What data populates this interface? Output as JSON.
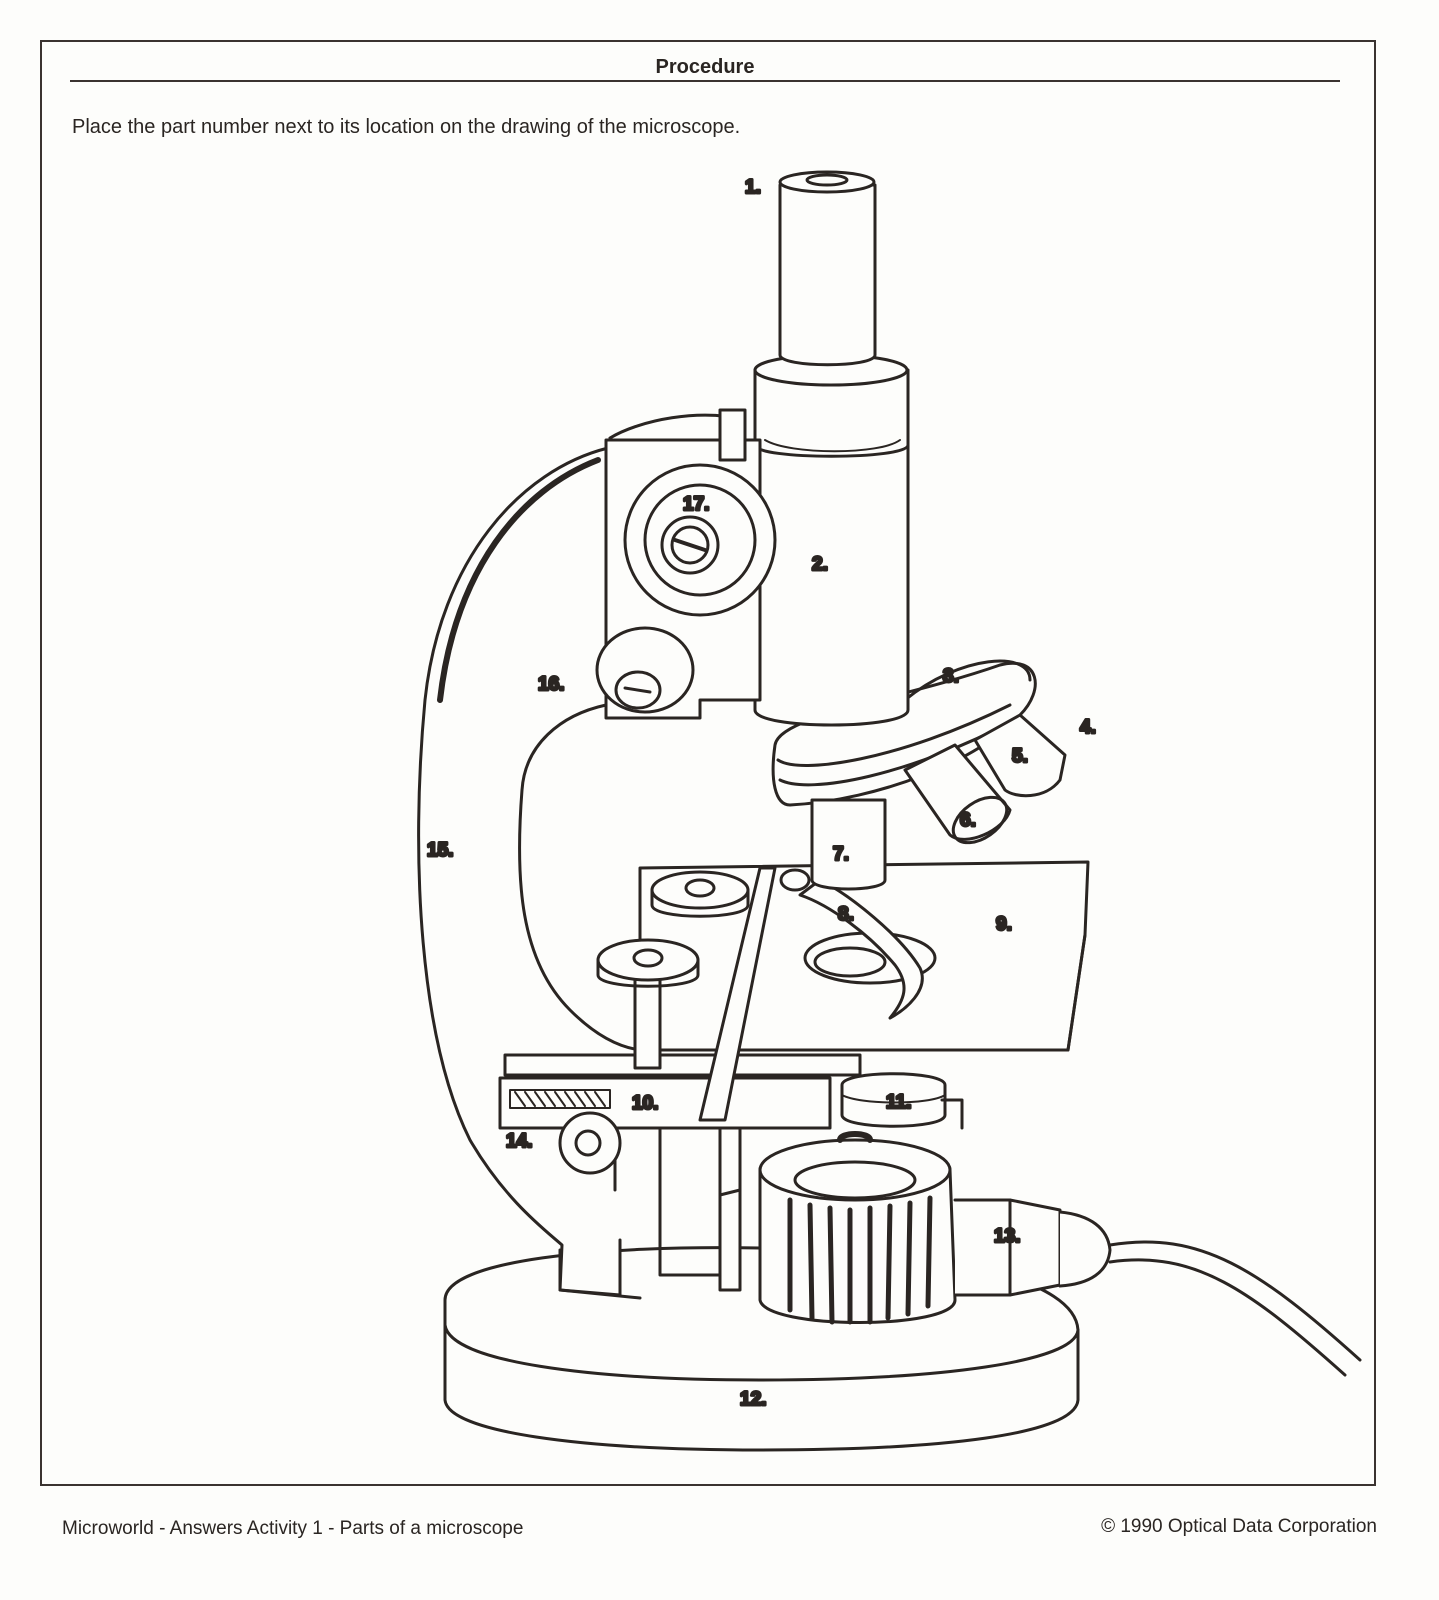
{
  "heading": "Procedure",
  "instruction": "Place the part number next to its location on the drawing of the microscope.",
  "labels": {
    "l1": "1.",
    "l2": "2.",
    "l3": "3.",
    "l4": "4.",
    "l5": "5.",
    "l6": "6.",
    "l7": "7.",
    "l8": "8.",
    "l9": "9.",
    "l10": "10.",
    "l11": "11.",
    "l12": "12.",
    "l13": "13.",
    "l14": "14.",
    "l15": "15.",
    "l16": "16.",
    "l17": "17."
  },
  "footer": {
    "left": "Microworld - Answers Activity 1 - Parts of a microscope",
    "right": "© 1990 Optical Data Corporation"
  }
}
